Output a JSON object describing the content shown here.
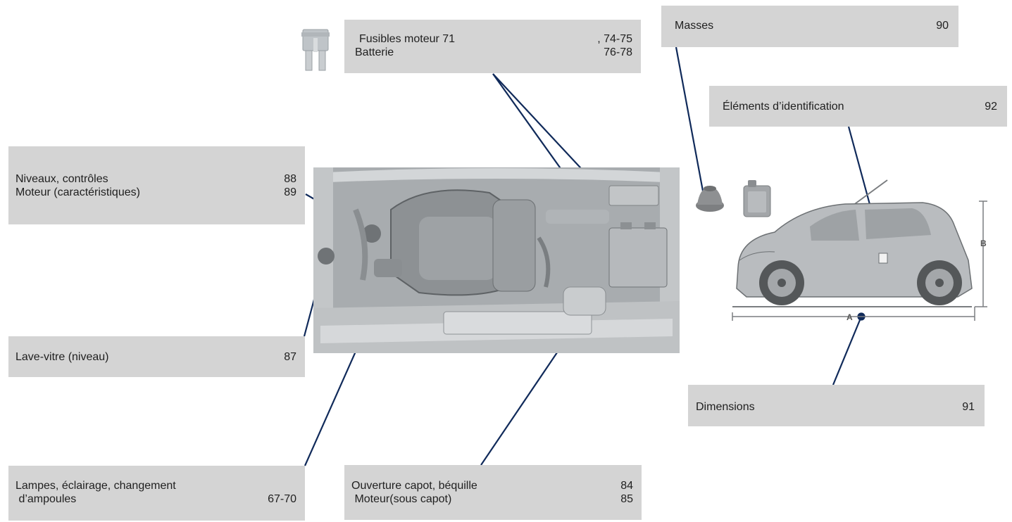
{
  "callouts": {
    "fuses": {
      "rows": [
        {
          "label": "Fusibles moteur  71",
          "pages": ", 74-75"
        },
        {
          "label": "Batterie",
          "pages": "76-78"
        }
      ]
    },
    "masses": {
      "rows": [
        {
          "label": "Masses",
          "pages": "90"
        }
      ]
    },
    "identification": {
      "rows": [
        {
          "label": "Éléments d’identification",
          "pages": "92"
        }
      ]
    },
    "levels": {
      "rows": [
        {
          "label": "Niveaux, contrôles",
          "pages": "88"
        },
        {
          "label": "Moteur (caractéristiques)",
          "pages": "89"
        }
      ]
    },
    "washer": {
      "rows": [
        {
          "label": "Lave-vitre (niveau)",
          "pages": "87"
        }
      ]
    },
    "dimensions": {
      "rows": [
        {
          "label": "Dimensions",
          "pages": "91"
        }
      ]
    },
    "lamps": {
      "rows": [
        {
          "label": "Lampes, éclairage, changement",
          "pages": ""
        },
        {
          "label": " d’ampoules",
          "pages": "67-70"
        }
      ]
    },
    "bonnet": {
      "rows": [
        {
          "label": "Ouverture capot, béquille",
          "pages": "84"
        },
        {
          "label": " Moteur(sous capot)",
          "pages": "85"
        }
      ]
    }
  },
  "dimension_labels": {
    "length": "A",
    "height": "B"
  },
  "colors": {
    "box_background": "#d4d4d4",
    "leader_line": "#102a5a",
    "text": "#1f1f1f"
  },
  "icons": [
    "fuse-icon",
    "ground-point-icon",
    "washer-fluid-can-icon"
  ]
}
